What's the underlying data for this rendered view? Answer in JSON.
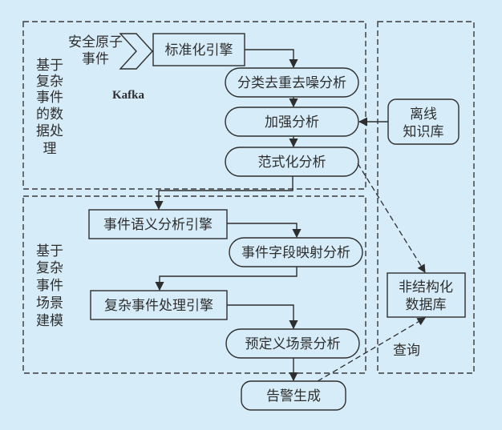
{
  "diagram": {
    "regions": [
      {
        "id": "data-processing",
        "label_lines": [
          "基于",
          "复杂",
          "事件",
          "的数",
          "据处",
          "理"
        ]
      },
      {
        "id": "scene-modeling",
        "label_lines": [
          "基于",
          "复杂",
          "事件",
          "场景",
          "建模"
        ]
      },
      {
        "id": "storage",
        "label_lines": []
      }
    ],
    "input": {
      "label_lines": [
        "安全原子",
        "事件"
      ],
      "channel": "Kafka"
    },
    "nodes": {
      "standardize": {
        "label": "标准化引擎",
        "shape": "rect"
      },
      "classify_dedup": {
        "label": "分类去重去噪分析",
        "shape": "pill"
      },
      "enhance": {
        "label": "加强分析",
        "shape": "pill"
      },
      "normalize": {
        "label": "范式化分析",
        "shape": "pill"
      },
      "offline_kb": {
        "label_lines": [
          "离线",
          "知识库"
        ],
        "shape": "rounded-rect"
      },
      "semantic_engine": {
        "label": "事件语义分析引擎",
        "shape": "rect"
      },
      "field_mapping": {
        "label": "事件字段映射分析",
        "shape": "pill"
      },
      "cep_engine": {
        "label": "复杂事件处理引擎",
        "shape": "rect"
      },
      "predefined_scene": {
        "label": "预定义场景分析",
        "shape": "pill"
      },
      "alert": {
        "label": "告警生成",
        "shape": "rounded-rect"
      },
      "unstructured_db": {
        "label_lines": [
          "非结构化",
          "数据库"
        ],
        "shape": "rect"
      }
    },
    "edges": [
      {
        "from": "input",
        "to": "standardize",
        "style": "chevron"
      },
      {
        "from": "standardize",
        "to": "classify_dedup",
        "style": "solid"
      },
      {
        "from": "classify_dedup",
        "to": "enhance",
        "style": "solid"
      },
      {
        "from": "offline_kb",
        "to": "enhance",
        "style": "solid"
      },
      {
        "from": "enhance",
        "to": "normalize",
        "style": "solid"
      },
      {
        "from": "normalize",
        "to": "semantic_engine",
        "style": "solid"
      },
      {
        "from": "normalize",
        "to": "unstructured_db",
        "style": "dashed"
      },
      {
        "from": "semantic_engine",
        "to": "field_mapping",
        "style": "solid"
      },
      {
        "from": "field_mapping",
        "to": "cep_engine",
        "style": "solid"
      },
      {
        "from": "cep_engine",
        "to": "predefined_scene",
        "style": "solid"
      },
      {
        "from": "predefined_scene",
        "to": "alert",
        "style": "solid"
      },
      {
        "from": "alert",
        "to": "unstructured_db",
        "style": "dashed",
        "label": "查询"
      }
    ]
  }
}
